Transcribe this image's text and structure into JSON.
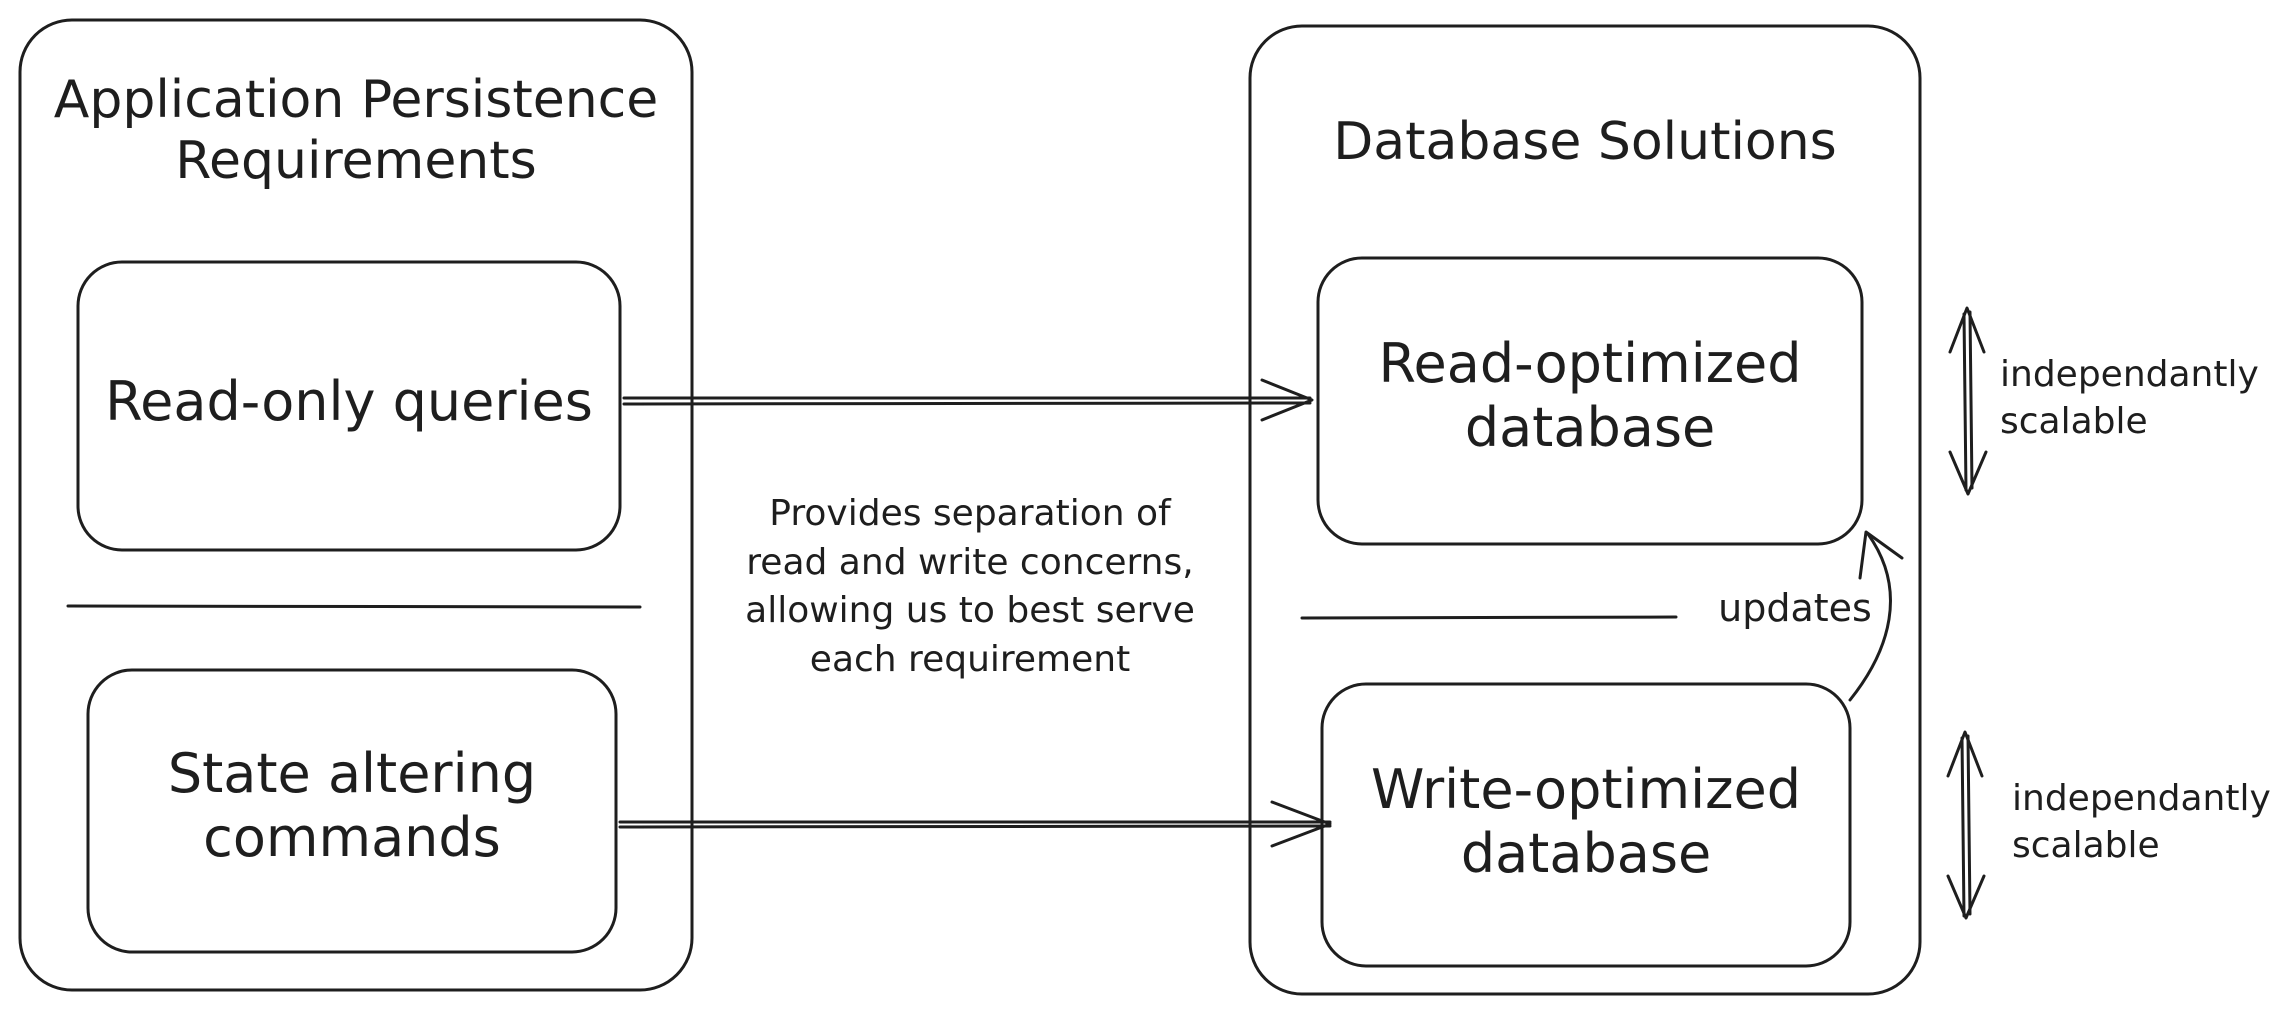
{
  "left_panel": {
    "title_line1": "Application Persistence",
    "title_line2": "Requirements",
    "read_box": "Read-only queries",
    "write_box_line1": "State altering",
    "write_box_line2": "commands"
  },
  "right_panel": {
    "title": "Database Solutions",
    "read_db_line1": "Read-optimized",
    "read_db_line2": "database",
    "write_db_line1": "Write-optimized",
    "write_db_line2": "database"
  },
  "center_note": {
    "line1": "Provides separation of",
    "line2": "read and write concerns,",
    "line3": "allowing us to best serve",
    "line4": "each requirement"
  },
  "updates_label": "updates",
  "scalable_top": {
    "line1": "independantly",
    "line2": "scalable"
  },
  "scalable_bottom": {
    "line1": "independantly",
    "line2": "scalable"
  },
  "colors": {
    "stroke": "#1e1e1e",
    "background": "#ffffff"
  }
}
